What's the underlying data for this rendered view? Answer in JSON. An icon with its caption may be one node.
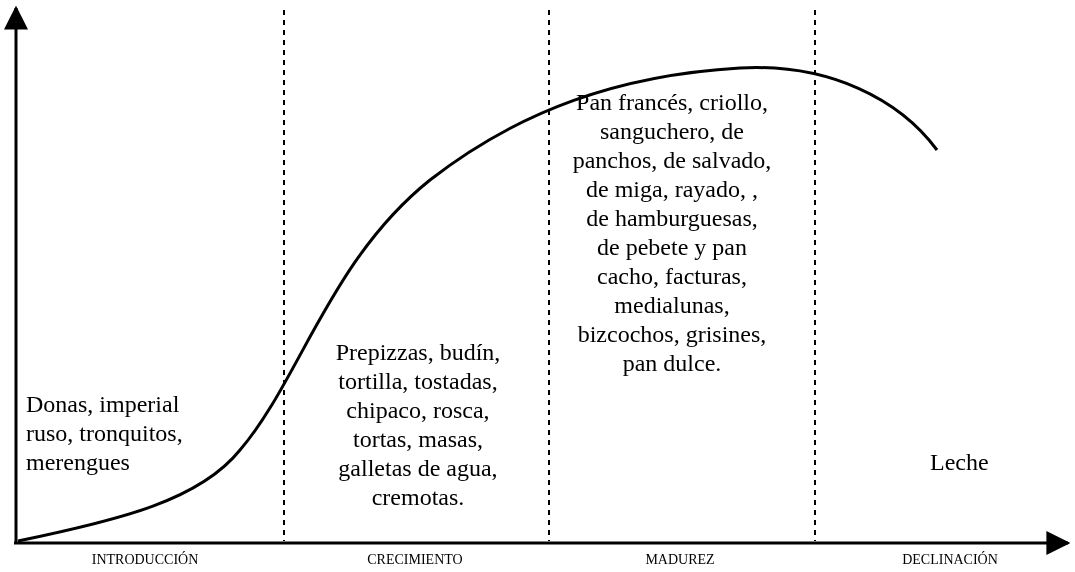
{
  "diagram": {
    "labels": [
      "Donas, imperial ruso, tronquitos, merengues",
      "Prepizzas, budín, tortilla, tostadas, chipaco, rosca, tortas, masas, galletas de agua, cremotas.",
      "Pan francés, criollo, sanguchero, de panchos, de salvado, de miga, rayado, , de hamburguesas, de pebete y pan cacho, facturas, medialunas, bizcochos, grisines, pan dulce.",
      "Leche",
      "INTRODUCCIÓN",
      "CRECIMIENTO",
      "MADUREZ",
      "DECLINACIÓN"
    ]
  }
}
